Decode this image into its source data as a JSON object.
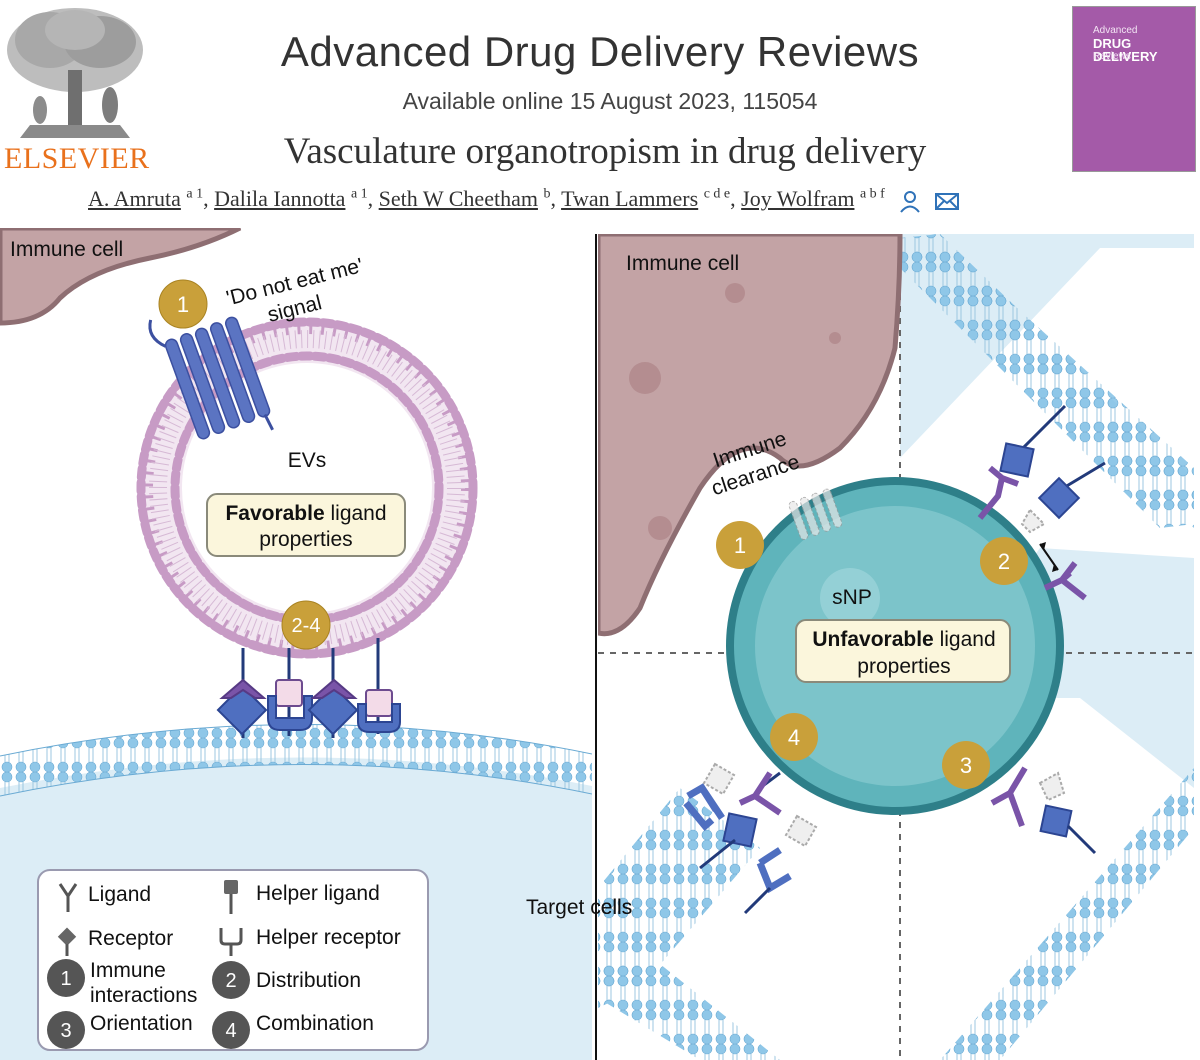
{
  "header": {
    "publisher": "ELSEVIER",
    "journal": "Advanced Drug Delivery Reviews",
    "available": "Available online 15 August 2023, 115054",
    "title": "Vasculature organotropism in drug delivery",
    "cover": {
      "line1": "Advanced",
      "line2": "DRUG DELIVERY",
      "line3": "Reviews"
    },
    "authors": [
      {
        "name": "A. Amruta",
        "sup": "a 1"
      },
      {
        "name": "Dalila Iannotta",
        "sup": "a 1"
      },
      {
        "name": "Seth W Cheetham",
        "sup": "b"
      },
      {
        "name": "Twan Lammers",
        "sup": "c d e"
      },
      {
        "name": "Joy Wolfram",
        "sup": "a b f"
      }
    ],
    "icons": [
      "person-icon",
      "mail-icon"
    ]
  },
  "figure": {
    "left": {
      "immune_cell": "Immune cell",
      "signal_line1": "'Do not eat me'",
      "signal_line2": "signal",
      "badge1": "1",
      "ev_label": "EVs",
      "box_bold": "Favorable",
      "box_rest": " ligand",
      "box_line2": "properties",
      "badge_range": "2-4"
    },
    "right": {
      "immune_cell": "Immune cell",
      "clearance_line1": "Immune",
      "clearance_line2": "clearance",
      "np_label": "sNP",
      "box_bold": "Unfavorable",
      "box_rest": " ligand",
      "box_line2": "properties",
      "badges": [
        "1",
        "2",
        "3",
        "4"
      ],
      "target_cells": "Target cells"
    },
    "legend": {
      "ligand": "Ligand",
      "helper_ligand": "Helper ligand",
      "receptor": "Receptor",
      "helper_receptor": "Helper receptor",
      "items": [
        {
          "num": "1",
          "line1": "Immune",
          "line2": "interactions"
        },
        {
          "num": "2",
          "line1": "Distribution"
        },
        {
          "num": "3",
          "line1": "Orientation"
        },
        {
          "num": "4",
          "line1": "Combination"
        }
      ]
    },
    "colors": {
      "gold": "#c9a03a",
      "membrane": "#8fc7e8",
      "ev_membrane": "#c79bc5",
      "immune": "#c3a3a5",
      "np": "#5fb4bb",
      "receptor": "#4f6fc0",
      "ligand": "#7a54a8",
      "bg_blue": "#dcedf6"
    }
  }
}
